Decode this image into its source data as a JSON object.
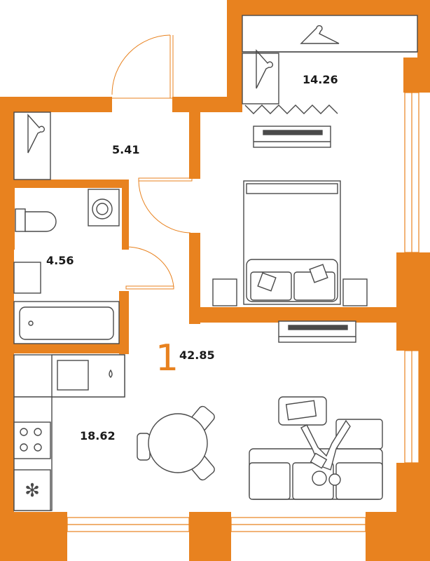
{
  "plan": {
    "rooms_count": "1",
    "total_area": "42.85",
    "rooms": {
      "bedroom_area": "14.26",
      "hall_area": "5.41",
      "bathroom_area": "4.56",
      "kitchen_living_area": "18.62"
    }
  },
  "colors": {
    "wall": "#E8821F",
    "furniture_line": "#4a4a4a",
    "accent": "#E8821F"
  },
  "icons": [
    "hanger-icon",
    "bed-icon",
    "tv-icon",
    "toilet-icon",
    "washing-machine-icon",
    "bathtub-icon",
    "sink-icon",
    "stove-icon",
    "fridge-icon",
    "dining-table-icon",
    "sofa-icon",
    "person-icon"
  ]
}
